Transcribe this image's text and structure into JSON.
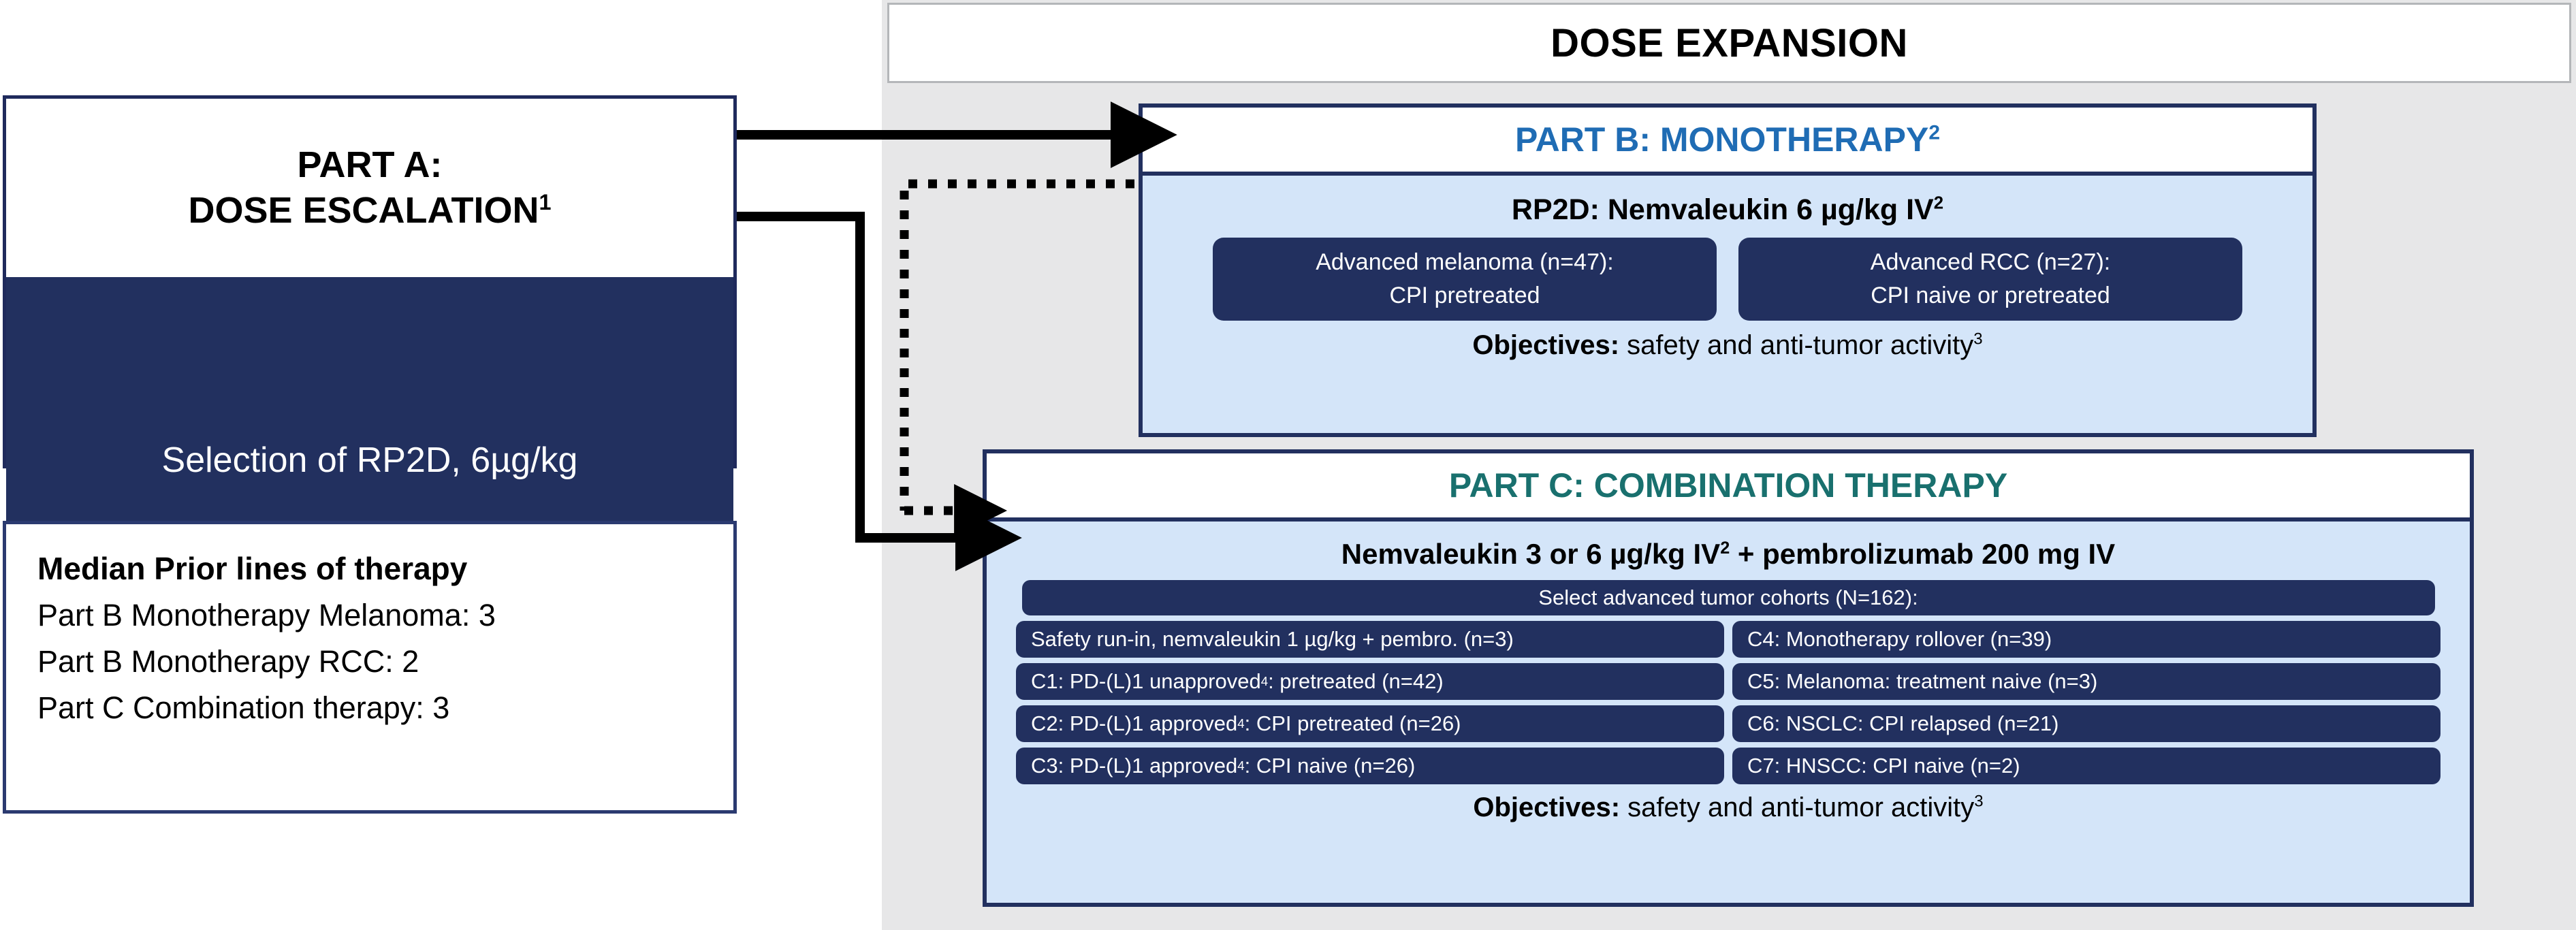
{
  "colors": {
    "navy": "#22305f",
    "light_blue": "#d4e5f9",
    "panel_gray": "#e7e7e8",
    "part_b_blue": "#1f6cb4",
    "part_c_teal": "#19706e",
    "white": "#ffffff",
    "black": "#000000"
  },
  "dose_expansion": {
    "title": "DOSE EXPANSION"
  },
  "part_a": {
    "title_line1": "PART A:",
    "title_line2": "DOSE ESCALATION",
    "title_line2_sup": "1",
    "rp2d_text": "Selection of RP2D, 6µg/kg"
  },
  "median_box": {
    "heading": "Median Prior lines of therapy",
    "lines": [
      "Part B Monotherapy Melanoma: 3",
      "Part B Monotherapy RCC: 2",
      "Part C Combination therapy: 3"
    ]
  },
  "part_b": {
    "title": "PART B: MONOTHERAPY",
    "title_sup": "2",
    "rp2d": "RP2D: Nemvaleukin 6 µg/kg IV",
    "rp2d_sup": "2",
    "cohorts": [
      {
        "line1": "Advanced melanoma (n=47):",
        "line2": "CPI pretreated"
      },
      {
        "line1": "Advanced RCC (n=27):",
        "line2": "CPI naive or pretreated"
      }
    ],
    "objectives_label": "Objectives:",
    "objectives_text": " safety and anti-tumor activity",
    "objectives_sup": "3"
  },
  "part_c": {
    "title": "PART C: COMBINATION THERAPY",
    "regimen_pre": "Nemvaleukin 3 or 6 µg/kg IV",
    "regimen_sup": "2",
    "regimen_post": " + pembrolizumab 200 mg IV",
    "cohort_header": "Select advanced tumor cohorts (N=162):",
    "cohorts_left": [
      {
        "text_pre": "Safety run-in, nemvaleukin 1 µg/kg + pembro. (n=3)",
        "sup": "",
        "text_post": ""
      },
      {
        "text_pre": "C1: PD-(L)1 unapproved",
        "sup": "4",
        "text_post": ": pretreated (n=42)"
      },
      {
        "text_pre": "C2: PD-(L)1 approved",
        "sup": "4",
        "text_post": ": CPI pretreated (n=26)"
      },
      {
        "text_pre": "C3: PD-(L)1 approved",
        "sup": "4",
        "text_post": ": CPI naive (n=26)"
      }
    ],
    "cohorts_right": [
      {
        "text_pre": "C4: Monotherapy rollover (n=39)",
        "sup": "",
        "text_post": ""
      },
      {
        "text_pre": "C5: Melanoma: treatment naive (n=3)",
        "sup": "",
        "text_post": ""
      },
      {
        "text_pre": "C6: NSCLC: CPI relapsed (n=21)",
        "sup": "",
        "text_post": ""
      },
      {
        "text_pre": "C7: HNSCC: CPI naive (n=2)",
        "sup": "",
        "text_post": ""
      }
    ],
    "objectives_label": "Objectives:",
    "objectives_text": " safety and anti-tumor activity",
    "objectives_sup": "3"
  },
  "arrows": {
    "a_to_b": "solid-arrow-part-a-to-part-b",
    "a_to_c": "solid-arrow-part-a-to-part-c",
    "b_to_c_dotted": "dotted-arrow-part-b-to-part-c"
  }
}
